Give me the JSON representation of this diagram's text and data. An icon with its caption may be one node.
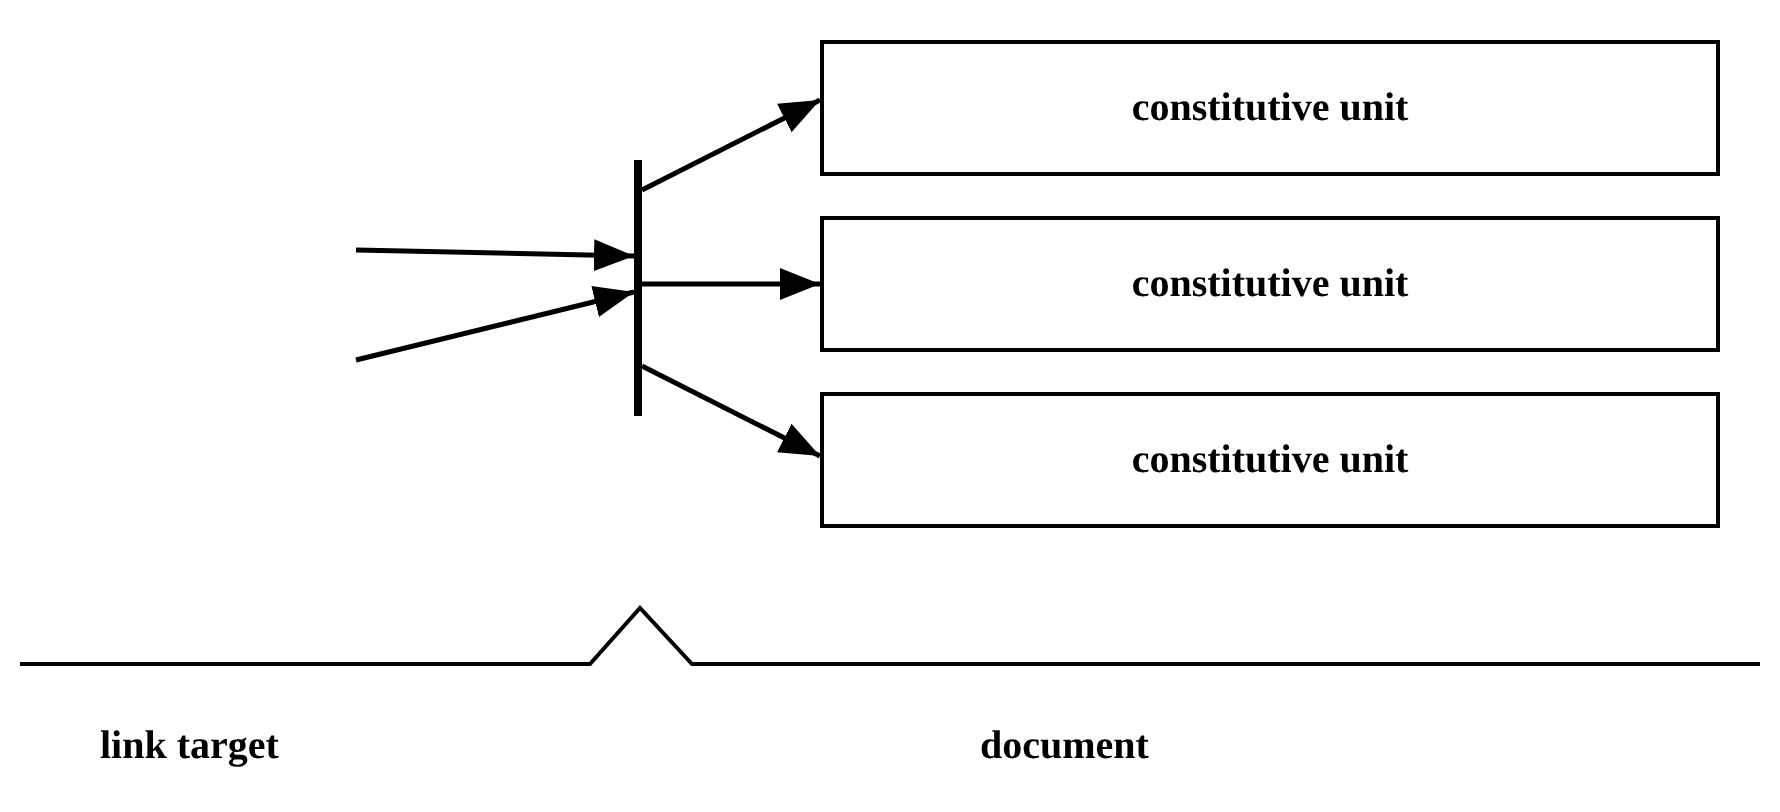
{
  "diagram": {
    "nodes": [
      {
        "text": [],
        "shape": "bar"
      },
      {
        "text": [
          "constitutive unit"
        ]
      },
      {
        "text": [
          "constitutive unit"
        ]
      },
      {
        "text": [
          "constitutive unit"
        ]
      }
    ],
    "edges": [
      {
        "from": null,
        "to": 0,
        "arrow": "to"
      },
      {
        "from": null,
        "to": 0,
        "arrow": "to"
      },
      {
        "from": 0,
        "to": 1,
        "arrow": "to"
      },
      {
        "from": 0,
        "to": 2,
        "arrow": "to"
      },
      {
        "from": 0,
        "to": 3,
        "arrow": "to"
      }
    ],
    "labels": [
      "link target",
      "document"
    ]
  }
}
